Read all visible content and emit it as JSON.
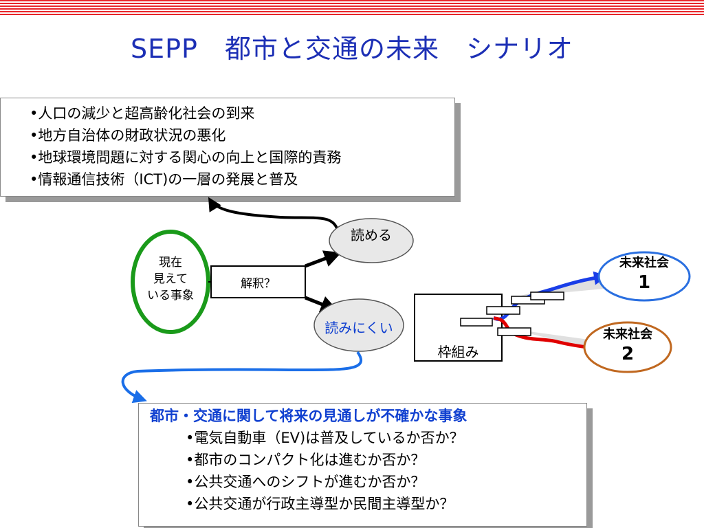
{
  "title": "SEPP　都市と交通の未来　シナリオ",
  "top_box": {
    "items": [
      "•人口の減少と超高齢化社会の到来",
      "•地方自治体の財政状況の悪化",
      "•地球環境問題に対する関心の向上と国際的責務",
      "•情報通信技術（ICT)の一層の発展と普及"
    ]
  },
  "diagram": {
    "current_events": [
      "現在",
      "見えて",
      "いる事象"
    ],
    "interpretation": "解釈？",
    "readable": "読める",
    "hard_to_read": "読みにくい",
    "framework": "枠組み",
    "future1": {
      "label": "未来社会",
      "num": "1"
    },
    "future2": {
      "label": "未来社会",
      "num": "2"
    }
  },
  "bottom_box": {
    "heading": "都市・交通に関して将来の見通しが不確かな事象",
    "items": [
      "•電気自動車（EV)は普及しているか否か？",
      "•都市のコンパクト化は進むか否か？",
      "•公共交通へのシフトが進むか否か？",
      "•公共交通が行政主導型か民間主導型か？"
    ]
  },
  "colors": {
    "title": "#1c2fb5",
    "green_ellipse": "#1a9a1a",
    "blue_ellipse": "#2a6fe0",
    "orange_ellipse": "#c06820",
    "blue_heading": "#1040d0",
    "red_stripes": "#e8262b"
  }
}
